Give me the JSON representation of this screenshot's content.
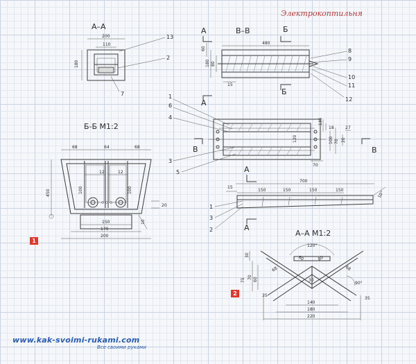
{
  "page_title": "Электрокоптильня",
  "site": {
    "url": "www.kak-svoimi-rukami.com",
    "tagline": "Все своими руками"
  },
  "badges": [
    "1",
    "2"
  ],
  "sections": {
    "aa_top": {
      "title": "А–А",
      "dims": [
        "200",
        "110",
        "180"
      ],
      "leaders": [
        "13",
        "2",
        "7"
      ]
    },
    "bb": {
      "title": "В–В",
      "cut": "Б",
      "dims": [
        "480",
        "60",
        "180",
        "80",
        "15"
      ],
      "leaders": [
        "8",
        "9",
        "10",
        "11",
        "12"
      ],
      "cut_a": "А"
    },
    "plan": {
      "leaders": [
        "1",
        "6",
        "4",
        "3",
        "5"
      ],
      "dims": [
        "136",
        "18",
        "120",
        "100",
        "70",
        "70",
        "20",
        "27"
      ],
      "cut": "В"
    },
    "b_b": {
      "title": "Б-Б М1:2",
      "dims": [
        "68",
        "64",
        "68",
        "12",
        "12",
        "100",
        "100",
        "450",
        "150",
        "170",
        "200",
        "20",
        "10"
      ]
    },
    "side": {
      "dims": [
        "700",
        "15",
        "150",
        "150",
        "150",
        "150",
        "10°"
      ],
      "leaders": [
        "1",
        "3",
        "2"
      ],
      "cut": "А"
    },
    "a_a": {
      "title": "А–А М1:2",
      "dims": [
        "120°",
        "30",
        "70",
        "60",
        "75",
        "68",
        "68",
        "80",
        "80",
        "30",
        "35",
        "35",
        "90°",
        "140",
        "180",
        "220"
      ]
    }
  }
}
